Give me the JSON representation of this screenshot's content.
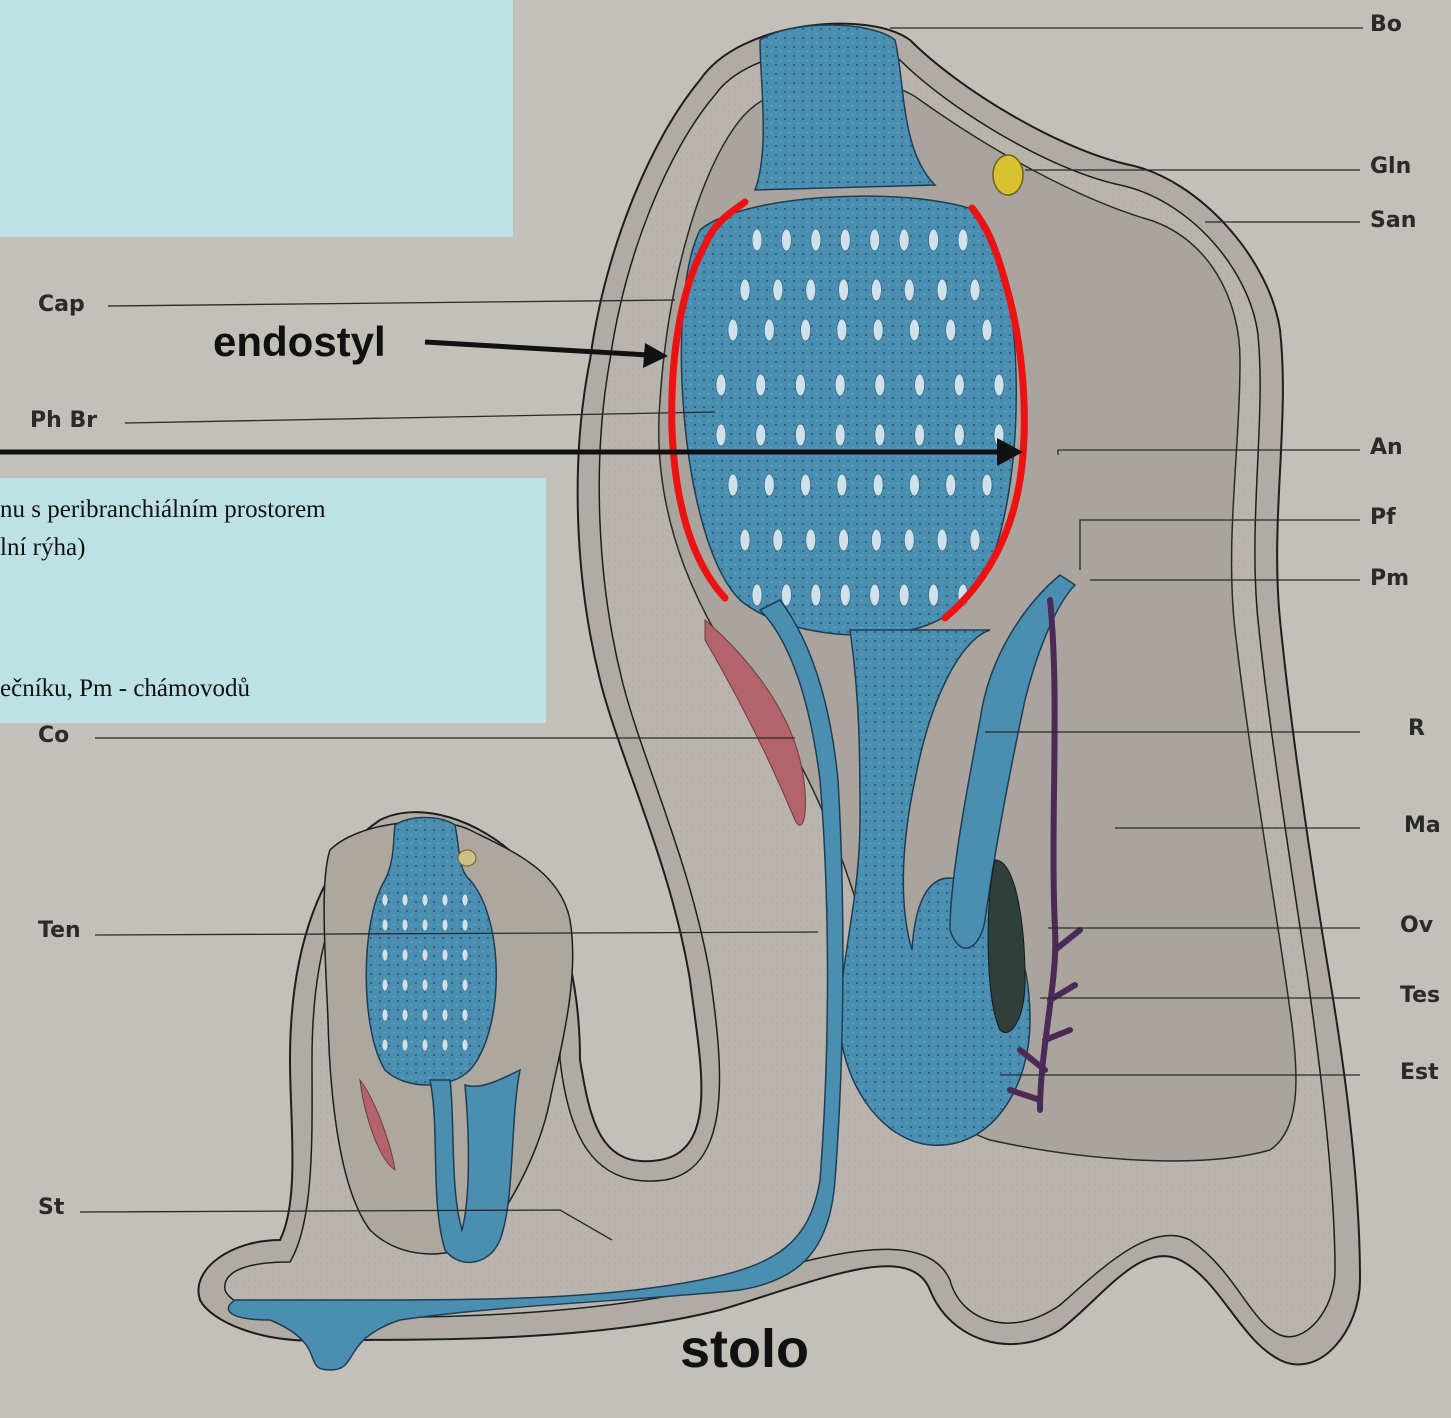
{
  "labels_right": [
    {
      "key": "bo",
      "text": "Bo"
    },
    {
      "key": "gln",
      "text": "Gln"
    },
    {
      "key": "san",
      "text": "San"
    },
    {
      "key": "an",
      "text": "An"
    },
    {
      "key": "pf",
      "text": "Pf"
    },
    {
      "key": "pm",
      "text": "Pm"
    },
    {
      "key": "r",
      "text": "R"
    },
    {
      "key": "ma",
      "text": "Ma"
    },
    {
      "key": "ov",
      "text": "Ov"
    },
    {
      "key": "tes",
      "text": "Tes"
    },
    {
      "key": "est",
      "text": "Est"
    }
  ],
  "labels_left": [
    {
      "key": "cap",
      "text": "Cap"
    },
    {
      "key": "phbr",
      "text": "Ph Br"
    },
    {
      "key": "co",
      "text": "Co"
    },
    {
      "key": "ten",
      "text": "Ten"
    },
    {
      "key": "st",
      "text": "St"
    }
  ],
  "annotations": {
    "endostyl": "endostyl",
    "stolo": "stolo"
  },
  "textbox": {
    "line1": "nu s peribranchiálním prostorem",
    "line2": "lní rýha)",
    "line3": "ečníku, Pm - chámovodů"
  },
  "colors": {
    "body_fill": "#b9b4ad",
    "mantle_fill": "#a7a29c",
    "pharynx_blue": "#4a8fb2",
    "endostyl_red": "#ee1111",
    "annotation_box": "#bde1e4",
    "ganglion_yellow": "#d9c232",
    "muscle_red": "#b4636b",
    "gonad_purple": "#4b2a55"
  }
}
